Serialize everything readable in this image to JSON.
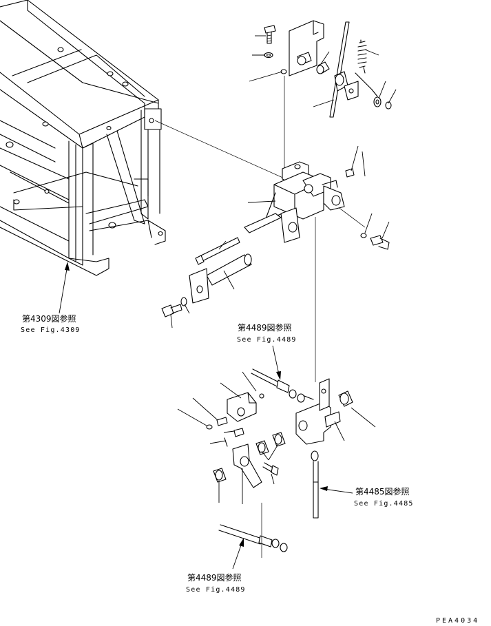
{
  "callouts": [
    {
      "id": "fig4309",
      "ref_jp": "第4309図参照",
      "ref_en": "See Fig.4309"
    },
    {
      "id": "fig4489a",
      "ref_jp": "第4489図参照",
      "ref_en": "See Fig.4489"
    },
    {
      "id": "fig4485",
      "ref_jp": "第4485図参照",
      "ref_en": "See Fig.4485"
    },
    {
      "id": "fig4489b",
      "ref_jp": "第4489図参照",
      "ref_en": "See Fig.4489"
    }
  ],
  "drawing_code": "PEA4034"
}
